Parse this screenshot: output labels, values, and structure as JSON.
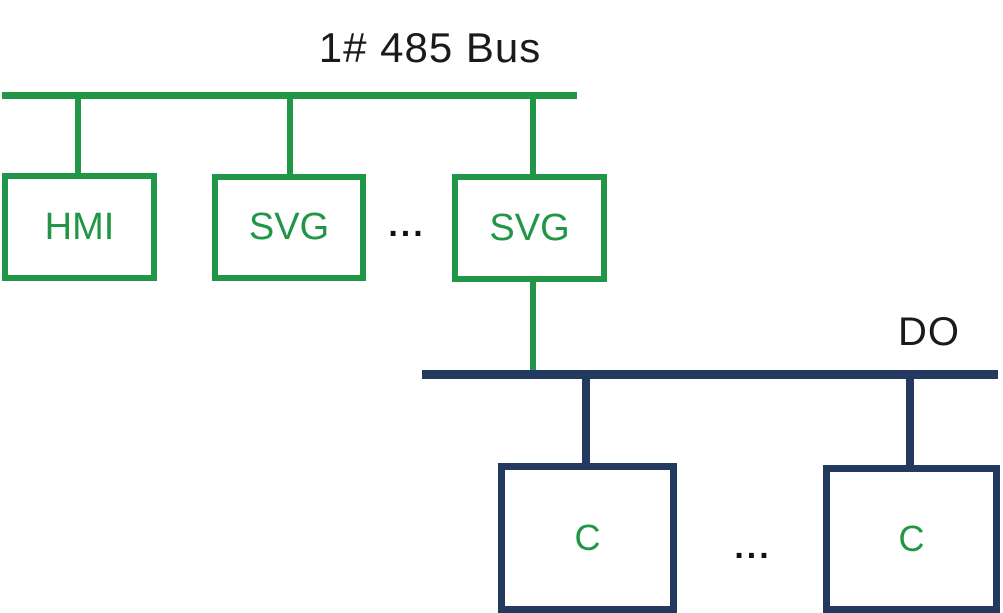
{
  "diagram": {
    "type": "network-topology",
    "colors": {
      "bus1_green": "#219646",
      "bus2_navy": "#24395E",
      "label_text": "#1a1a1a"
    },
    "bus1": {
      "title": "1# 485 Bus"
    },
    "bus2": {
      "label": "DO"
    },
    "nodes": {
      "hmi": {
        "label": "HMI"
      },
      "svg1": {
        "label": "SVG"
      },
      "svg2": {
        "label": "SVG"
      },
      "c1": {
        "label": "C"
      },
      "c2": {
        "label": "C"
      }
    },
    "ellipsis": {
      "top": "...",
      "bottom": "..."
    }
  }
}
